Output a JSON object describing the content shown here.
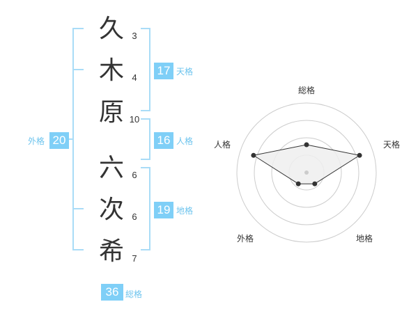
{
  "name": {
    "chars": [
      {
        "char": "久",
        "strokes": "3"
      },
      {
        "char": "木",
        "strokes": "4"
      },
      {
        "char": "原",
        "strokes": "10"
      },
      {
        "char": "六",
        "strokes": "6"
      },
      {
        "char": "次",
        "strokes": "6"
      },
      {
        "char": "希",
        "strokes": "7"
      }
    ]
  },
  "kakusuu": {
    "tenkaku": {
      "value": "17",
      "label": "天格"
    },
    "jinkaku": {
      "value": "16",
      "label": "人格"
    },
    "chikaku": {
      "value": "19",
      "label": "地格"
    },
    "gaikaku": {
      "value": "20",
      "label": "外格"
    },
    "soukaku": {
      "value": "36",
      "label": "総格"
    }
  },
  "chart_data": {
    "type": "radar",
    "axes": [
      "総格",
      "天格",
      "地格",
      "外格",
      "人格"
    ],
    "rings": 4,
    "values": [
      2,
      4,
      1,
      1,
      4
    ],
    "max": 5
  },
  "colors": {
    "accent": "#7fcff7",
    "bracket": "#a9dcf7",
    "accent_text": "#6ec4ee",
    "chart_line": "#333333",
    "chart_fill": "#eeeeee",
    "ring": "#cccccc"
  }
}
